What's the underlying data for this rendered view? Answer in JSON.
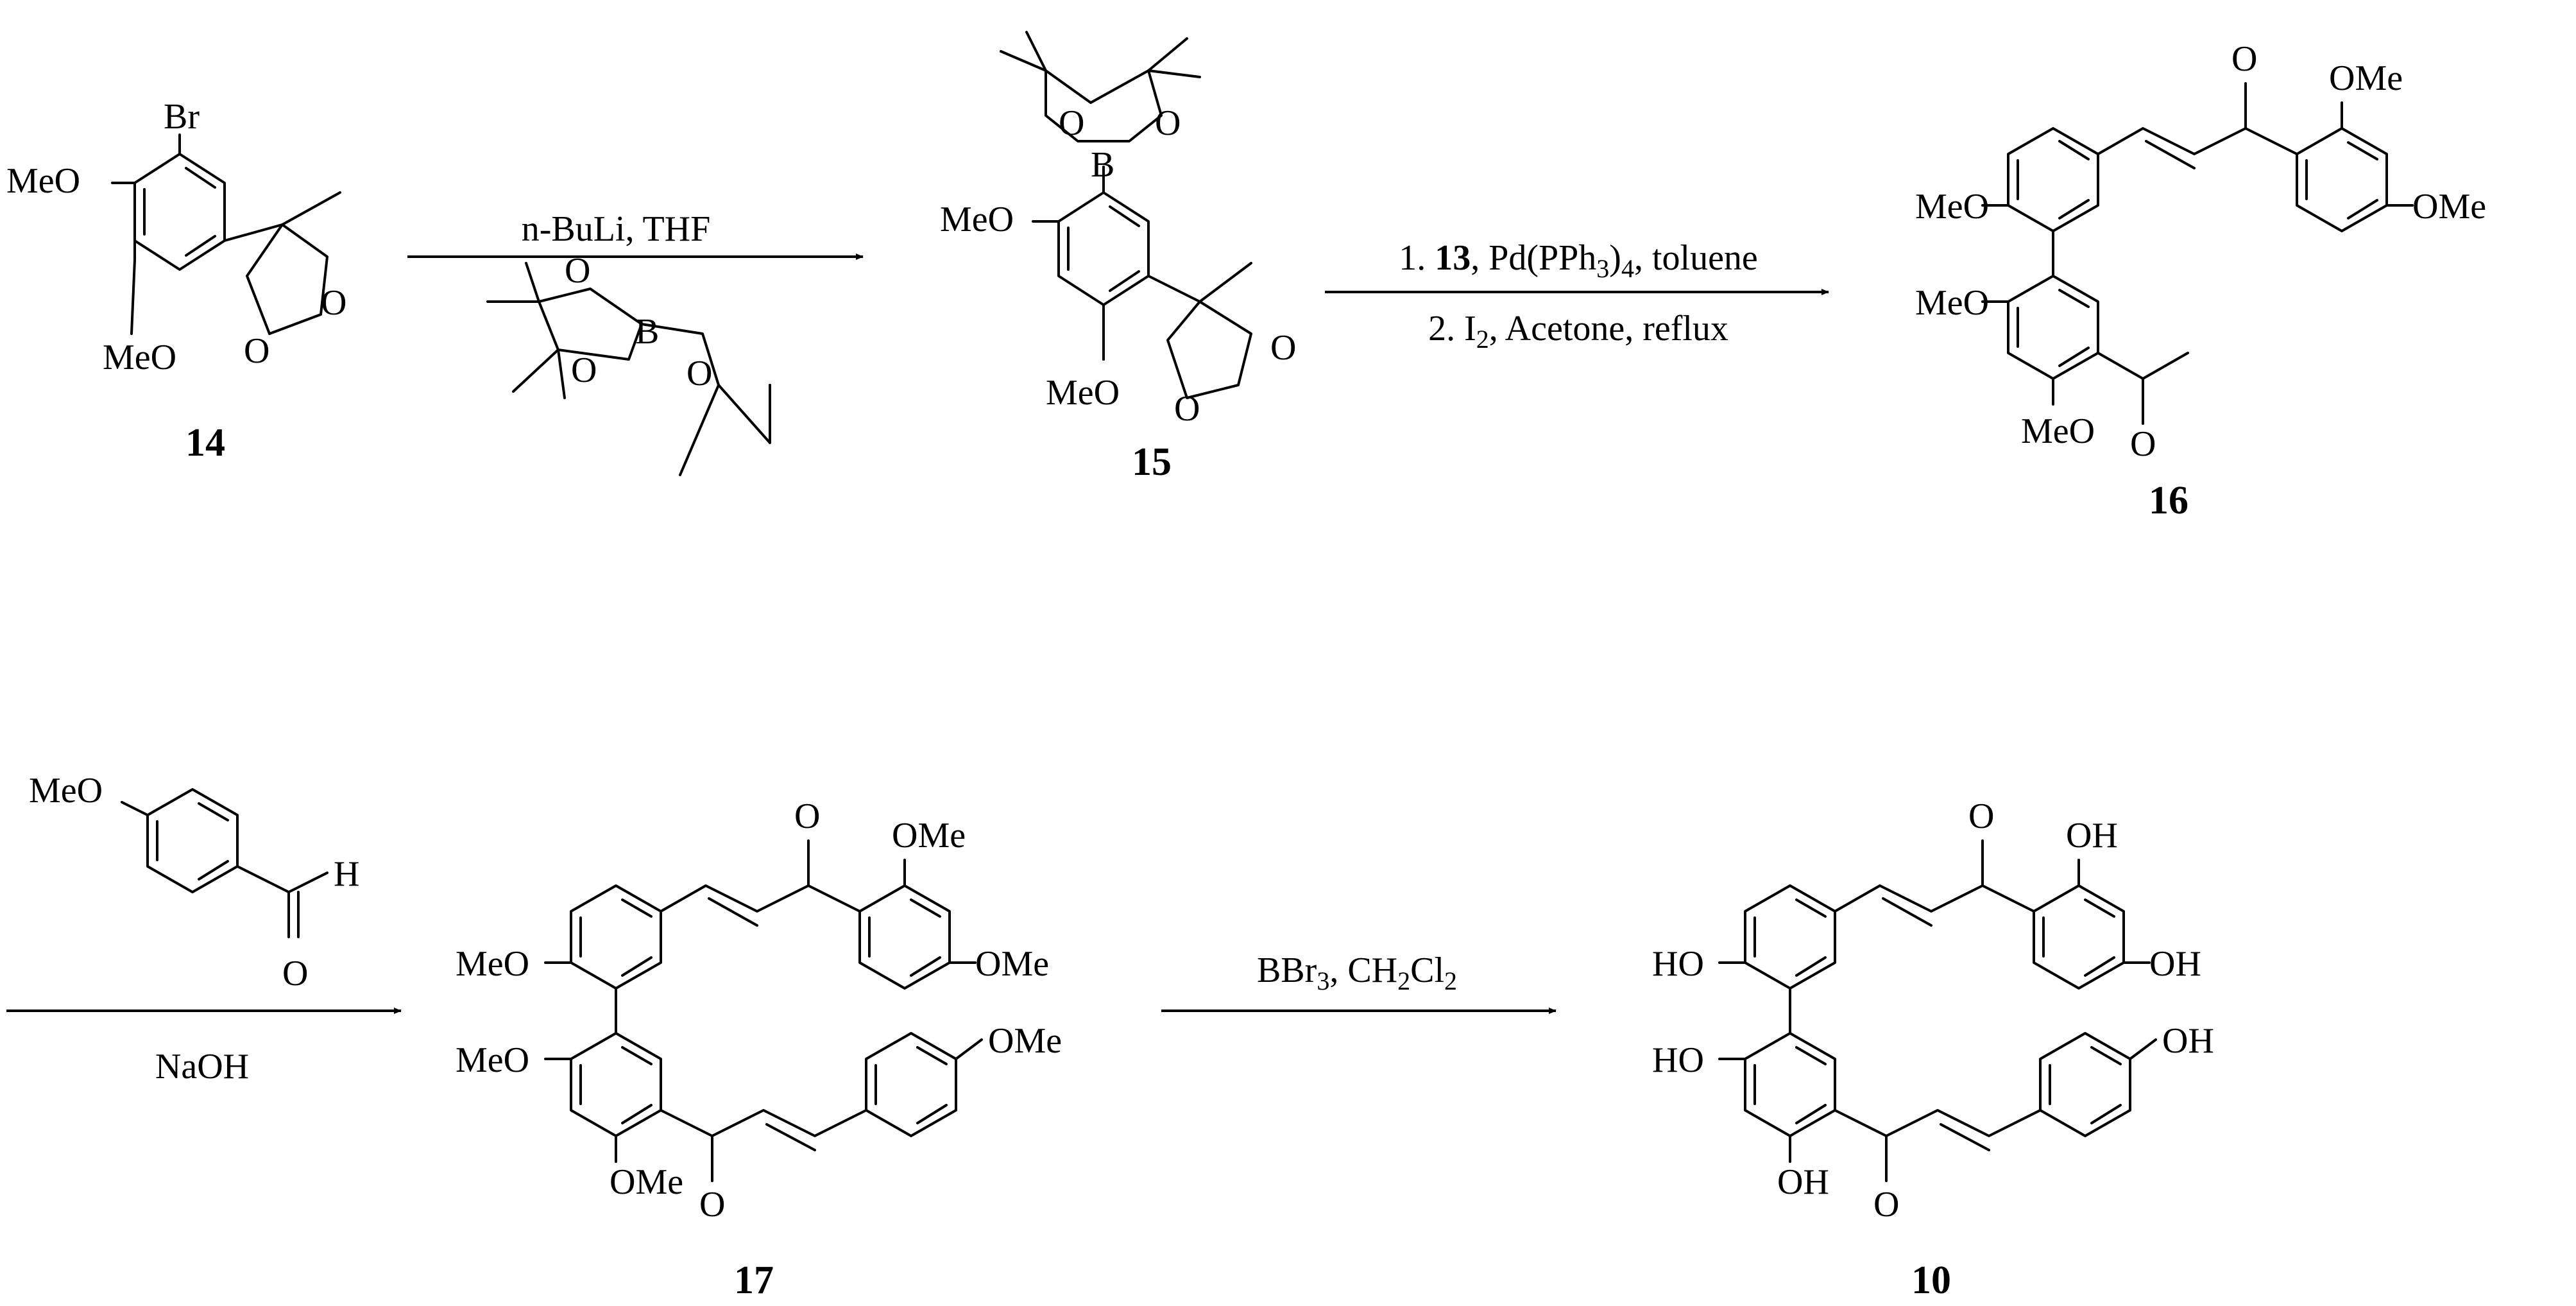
{
  "compounds": {
    "c14": {
      "label": "14",
      "atoms": {
        "br": "Br",
        "ome1": "MeO",
        "ome2": "MeO",
        "o1": "O",
        "o2": "O"
      }
    },
    "c15": {
      "label": "15",
      "atoms": {
        "o1": "O",
        "o2": "O",
        "b": "B",
        "ome1": "MeO",
        "ome2": "MeO",
        "o3": "O",
        "o4": "O"
      }
    },
    "c16": {
      "label": "16",
      "atoms": {
        "o_top": "O",
        "ome_a": "OMe",
        "ome_b": "OMe",
        "ome_c": "MeO",
        "ome_d": "MeO",
        "ome_e": "MeO",
        "o_ac": "O"
      }
    },
    "c17": {
      "label": "17",
      "atoms": {
        "o_top": "O",
        "ome_a": "OMe",
        "ome_b": "OMe",
        "ome_c": "MeO",
        "ome_d": "MeO",
        "ome_e": "OMe",
        "ome_f": "OMe",
        "o_bot": "O"
      }
    },
    "c10": {
      "label": "10",
      "atoms": {
        "o_top": "O",
        "oh_a": "OH",
        "oh_b": "OH",
        "oh_c": "HO",
        "oh_d": "HO",
        "oh_e": "OH",
        "oh_f": "OH",
        "o_bot": "O"
      }
    },
    "reagent_boronate": {
      "atoms": {
        "o1": "O",
        "o2": "O",
        "b": "B",
        "o3": "O"
      }
    },
    "reagent_aldehyde": {
      "atoms": {
        "ome": "MeO",
        "h": "H",
        "o": "O"
      }
    }
  },
  "arrows": {
    "a1": {
      "top": "n-BuLi, THF"
    },
    "a2": {
      "line1_prefix": "1. ",
      "line1_bold": "13",
      "line1_mid": ", Pd(PPh",
      "line1_sub": "3",
      "line1_close": ")",
      "line1_sub2": "4",
      "line1_suffix": ", toluene",
      "line2_prefix": "2. I",
      "line2_sub": "2",
      "line2_suffix": ", Acetone, reflux"
    },
    "a3": {
      "bottom": "NaOH"
    },
    "a4": {
      "top_a": "BBr",
      "top_sub1": "3",
      "top_b": ", CH",
      "top_sub2": "2",
      "top_c": "Cl",
      "top_sub3": "2"
    }
  }
}
